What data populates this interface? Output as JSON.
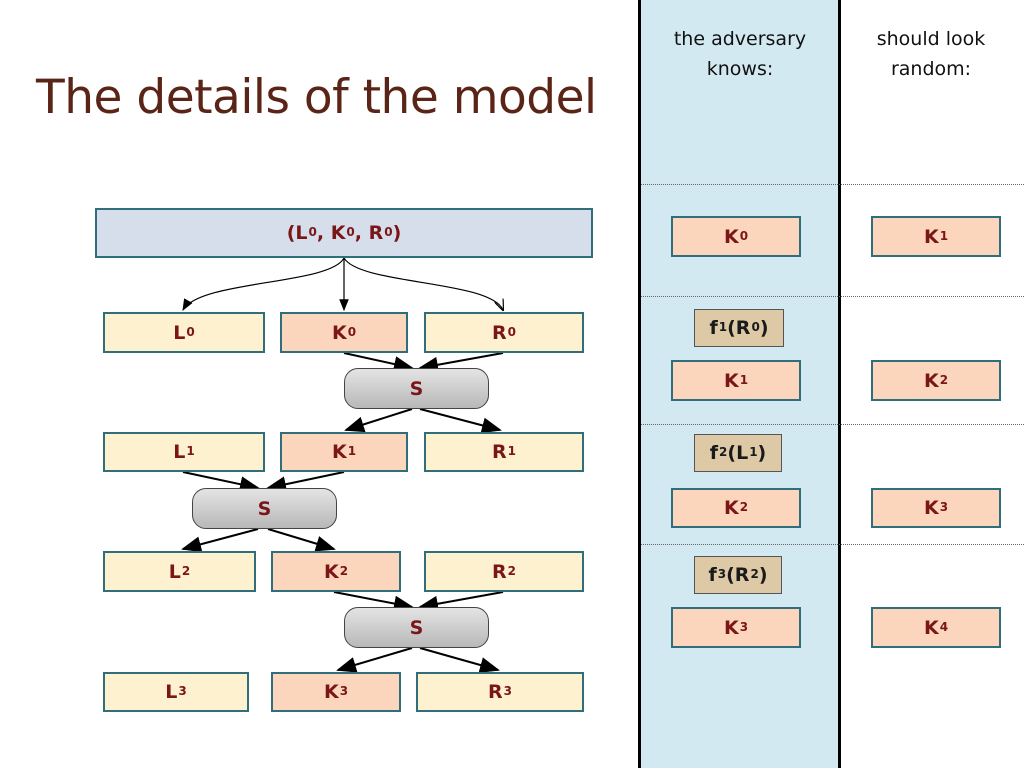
{
  "title": "The details of the model",
  "headers": {
    "adversary": [
      "the adversary",
      "knows:"
    ],
    "random": [
      "should look",
      "random:"
    ]
  },
  "diagram": {
    "top": {
      "a": "L",
      "b": "0",
      "c": ", K",
      "d": "0",
      "e": ", R",
      "f": "0"
    },
    "rows": [
      [
        {
          "b": "L",
          "s": "0"
        },
        {
          "b": "K",
          "s": "0"
        },
        {
          "b": "R",
          "s": "0"
        }
      ],
      [
        {
          "b": "L",
          "s": "1"
        },
        {
          "b": "K",
          "s": "1"
        },
        {
          "b": "R",
          "s": "1"
        }
      ],
      [
        {
          "b": "L",
          "s": "2"
        },
        {
          "b": "K",
          "s": "2"
        },
        {
          "b": "R",
          "s": "2"
        }
      ],
      [
        {
          "b": "L",
          "s": "3"
        },
        {
          "b": "K",
          "s": "3"
        },
        {
          "b": "R",
          "s": "3"
        }
      ]
    ],
    "s_label": "S"
  },
  "adversary": {
    "k0": {
      "b": "K",
      "s": "0"
    },
    "f1": {
      "a": "f",
      "s1": "1",
      "m": "(R",
      "s2": "0",
      "e": ")"
    },
    "k1": {
      "b": "K",
      "s": "1"
    },
    "f2": {
      "a": "f",
      "s1": "2",
      "m": "(L",
      "s2": "1",
      "e": ")"
    },
    "k2": {
      "b": "K",
      "s": "2"
    },
    "f3": {
      "a": "f",
      "s1": "3",
      "m": "(R",
      "s2": "2",
      "e": ")"
    },
    "k3": {
      "b": "K",
      "s": "3"
    }
  },
  "random": {
    "k1": {
      "b": "K",
      "s": "1"
    },
    "k2": {
      "b": "K",
      "s": "2"
    },
    "k3": {
      "b": "K",
      "s": "3"
    },
    "k4": {
      "b": "K",
      "s": "4"
    }
  }
}
